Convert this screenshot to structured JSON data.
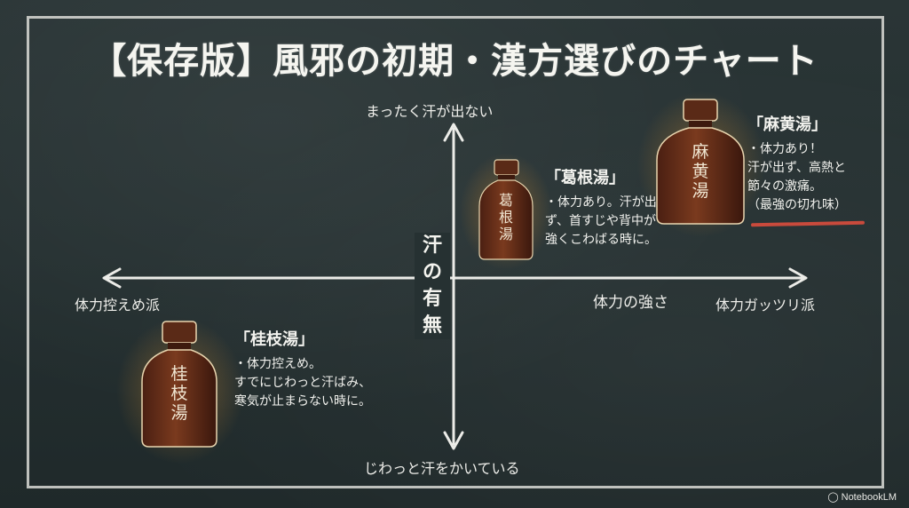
{
  "title": "【保存版】風邪の初期・漢方選びのチャート",
  "axes": {
    "vertical_top": "まったく汗が出ない",
    "vertical_bottom": "じわっと汗をかいている",
    "horizontal_left": "体力控えめ派",
    "horizontal_right": "体力ガッツリ派",
    "horizontal_mid": "体力の強さ",
    "center_chars": [
      "汗",
      "の",
      "有",
      "無"
    ]
  },
  "remedies": {
    "mao": {
      "bottle_chars": [
        "麻",
        "黄",
        "湯"
      ],
      "name": "「麻黄湯」",
      "lines": [
        "・体力あり！",
        "汗が出ず、高熱と",
        "節々の激痛。",
        "（最強の切れ味）"
      ]
    },
    "kakkon": {
      "bottle_chars": [
        "葛",
        "根",
        "湯"
      ],
      "name": "「葛根湯」",
      "lines": [
        "・体力あり。汗が出",
        "ず、首すじや背中が",
        "強くこわばる時に。"
      ]
    },
    "keishi": {
      "bottle_chars": [
        "桂",
        "枝",
        "湯"
      ],
      "name": "「桂枝湯」",
      "lines": [
        "・体力控えめ。",
        "すでにじわっと汗ばみ、",
        "寒気が止まらない時に。"
      ]
    },
    "colors": {
      "accent_underline": "#c94a3c",
      "chalk": "#f2f2ee",
      "board": "#253031"
    }
  },
  "icons": {
    "brand_icon": "notebooklm-logo-icon"
  },
  "brand": "NotebookLM"
}
